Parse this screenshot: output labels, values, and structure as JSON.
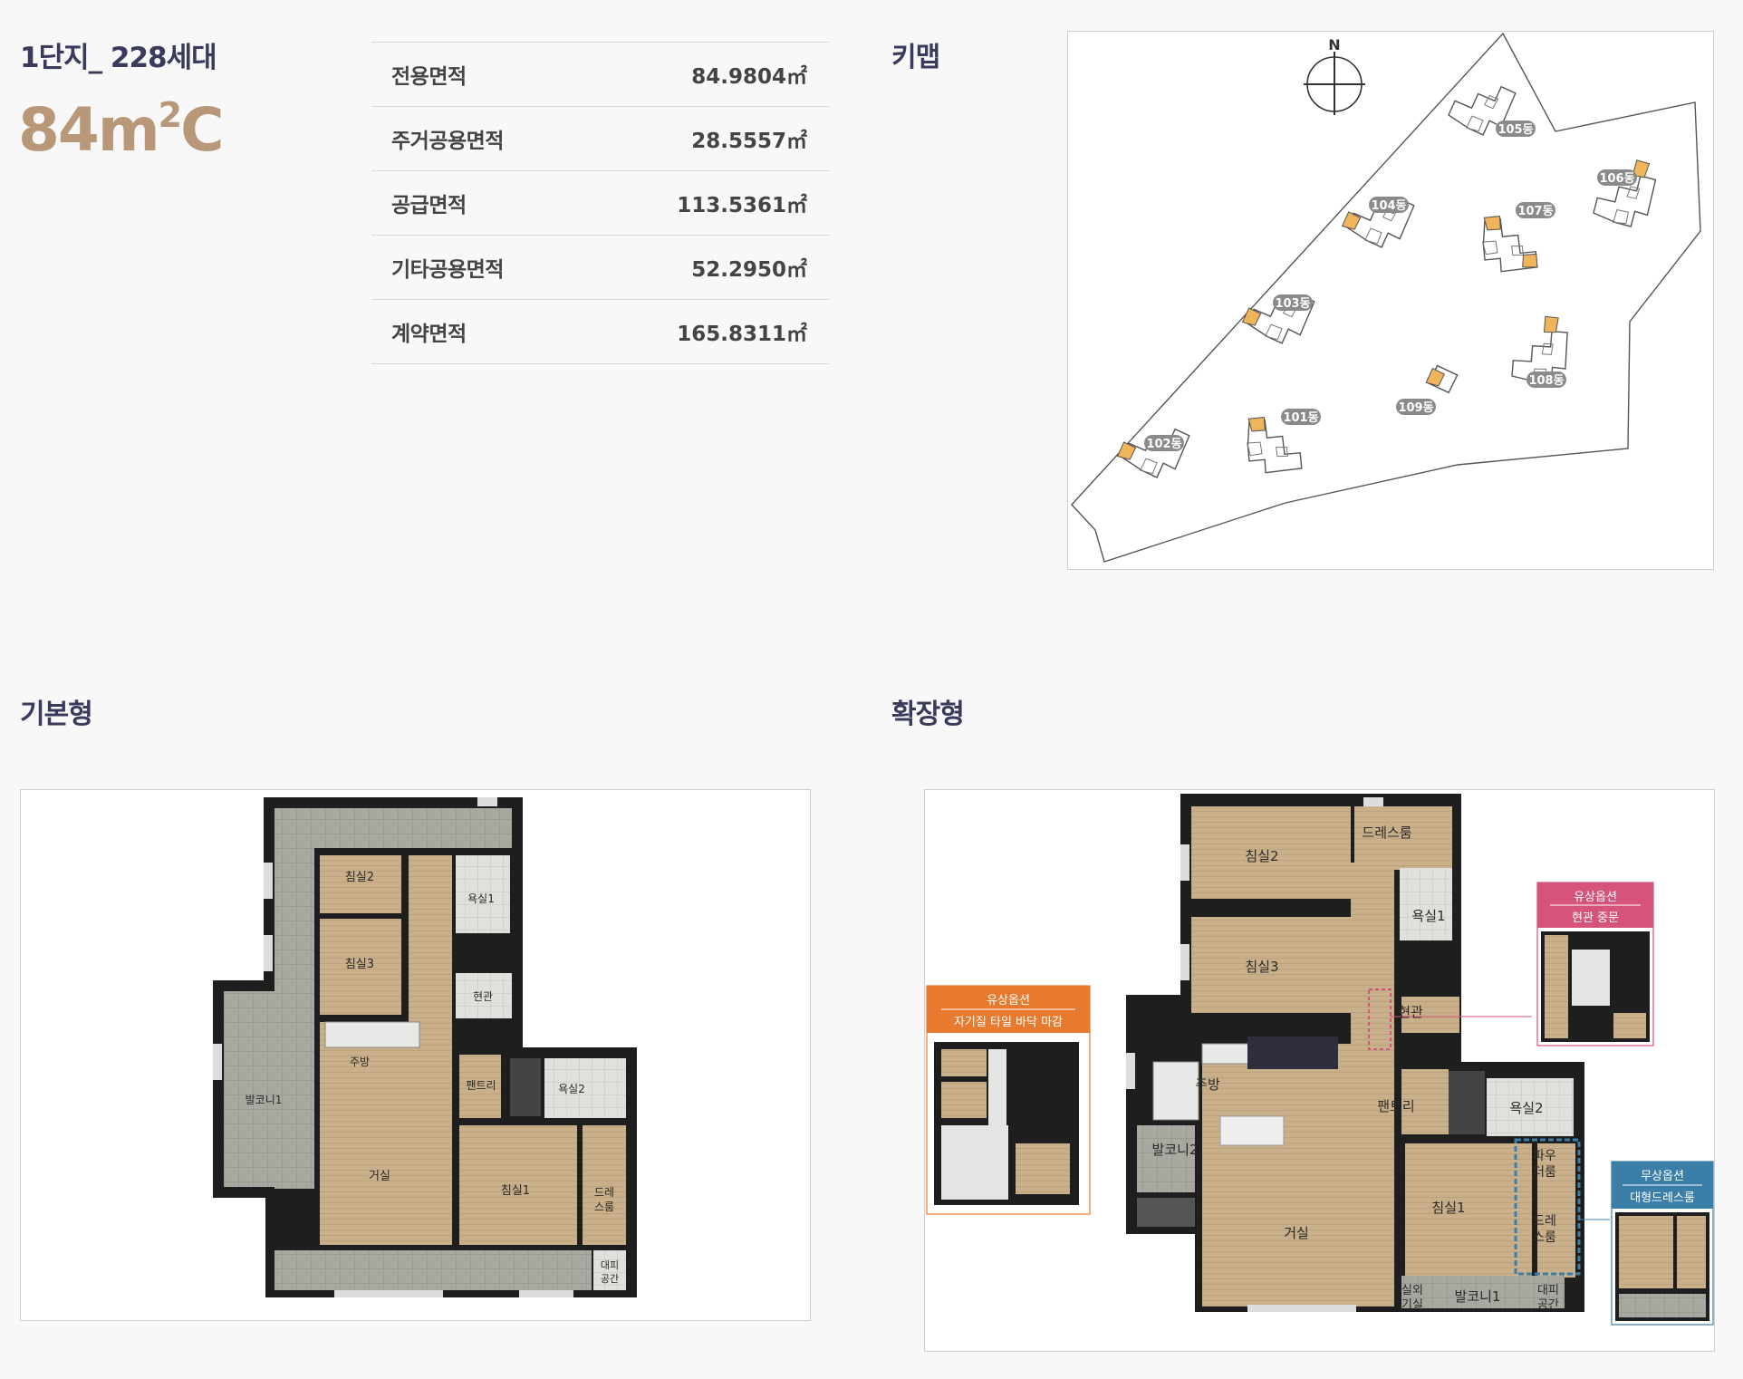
{
  "header": {
    "complex_title": "1단지_ 228세대",
    "unit_type": "84m",
    "unit_type_sup": "2",
    "unit_type_suffix": "C"
  },
  "area_table": [
    {
      "label": "전용면적",
      "value": "84.9804㎡"
    },
    {
      "label": "주거공용면적",
      "value": "28.5557㎡"
    },
    {
      "label": "공급면적",
      "value": "113.5361㎡"
    },
    {
      "label": "기타공용면적",
      "value": "52.2950㎡"
    },
    {
      "label": "계약면적",
      "value": "165.8311㎡"
    }
  ],
  "keymap": {
    "title": "키맵",
    "north": "N",
    "buildings": [
      "101동",
      "102동",
      "103동",
      "104동",
      "105동",
      "106동",
      "107동",
      "108동",
      "109동"
    ]
  },
  "basic": {
    "title": "기본형",
    "rooms": {
      "bed2": "침실2",
      "bed3": "침실3",
      "bath1": "욕실1",
      "entrance": "현관",
      "kitchen": "주방",
      "pantry": "팬트리",
      "bath2": "욕실2",
      "balcony1": "발코니1",
      "living": "거실",
      "bed1": "침실1",
      "dress_1": "드레",
      "dress_2": "스룸",
      "shelter_1": "대피",
      "shelter_2": "공간"
    }
  },
  "extended": {
    "title": "확장형",
    "rooms": {
      "bed2": "침실2",
      "dressroom": "드레스룸",
      "bath1": "욕실1",
      "bed3": "침실3",
      "entrance": "현관",
      "kitchen": "주방",
      "pantry": "팬트리",
      "bath2": "욕실2",
      "balcony2": "발코니2",
      "powder_1": "파우",
      "powder_2": "더룸",
      "bed1": "침실1",
      "dress_1": "드레",
      "dress_2": "스룸",
      "living": "거실",
      "outdoor_1": "실외",
      "outdoor_2": "기실",
      "balcony1": "발코니1",
      "shelter_1": "대피",
      "shelter_2": "공간"
    },
    "options": {
      "paid_tile_title": "유상옵션",
      "paid_tile_desc": "자기질 타일 바닥 마감",
      "paid_door_title": "유상옵션",
      "paid_door_desc": "현관 중문",
      "free_dress_title": "무상옵션",
      "free_dress_desc": "대형드레스룸"
    },
    "colors": {
      "orange": "#e87a2f",
      "pink": "#d6547a",
      "blue": "#3b7ea8"
    }
  }
}
